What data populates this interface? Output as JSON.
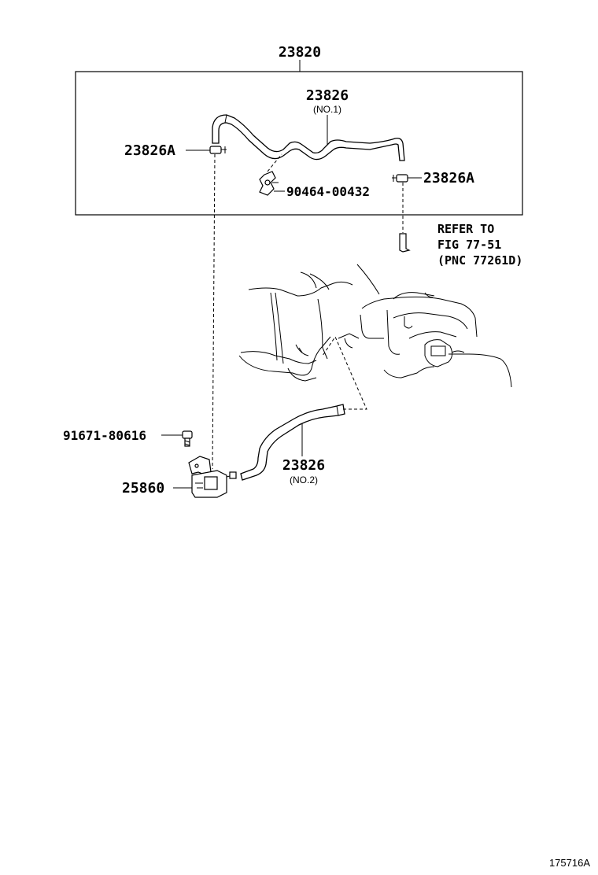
{
  "callouts": {
    "assembly": "23820",
    "hose_no1": "23826",
    "hose_no1_sub": "(NO.1)",
    "clamp_left": "23826A",
    "clamp_right": "23826A",
    "clip": "90464-00432",
    "refer_line1": "REFER TO",
    "refer_line2": "FIG 77-51",
    "refer_line3": "(PNC 77261D)",
    "bolt": "91671-80616",
    "valve": "25860",
    "hose_no2": "23826",
    "hose_no2_sub": "(NO.2)"
  },
  "figure_id": "175716A"
}
